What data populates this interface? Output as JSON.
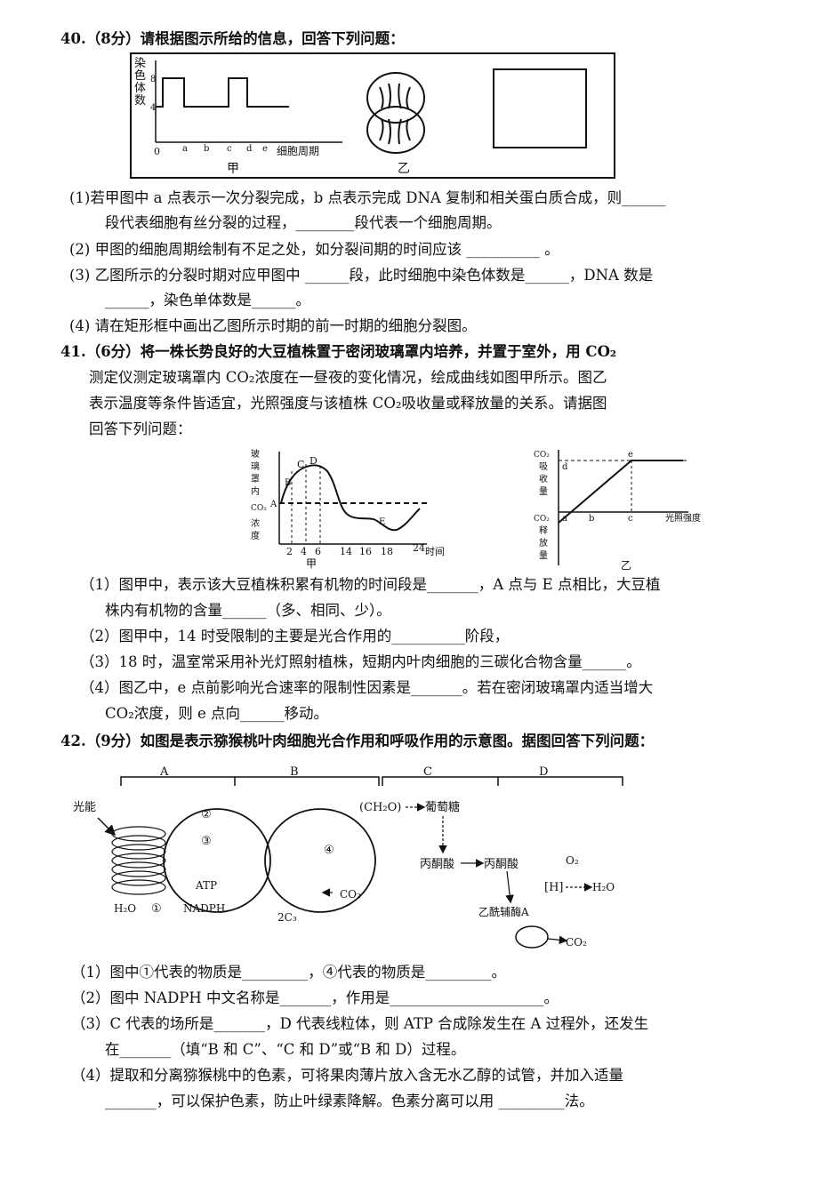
{
  "q40": {
    "head": "40.（8分）请根据图示所给的信息，回答下列问题：",
    "fig": {
      "ylabel": [
        "染",
        "色",
        "体",
        "数"
      ],
      "y8": "8",
      "y4": "4",
      "origin": "0",
      "ticks": [
        "a",
        "b",
        "c",
        "d",
        "e"
      ],
      "xlabel": "细胞周期",
      "jia": "甲",
      "yi": "乙"
    },
    "l1": "(1)若甲图中 a 点表示一次分裂完成，b 点表示完成 DNA 复制和相关蛋白质合成，则______",
    "l1b": "段代表细胞有丝分裂的过程，________段代表一个细胞周期。",
    "l2": "(2) 甲图的细胞周期绘制有不足之处，如分裂间期的时间应该 __________ 。",
    "l3": "(3) 乙图所示的分裂时期对应甲图中 ______段，此时细胞中染色体数是______，DNA 数是",
    "l3b": "______，染色单体数是______。",
    "l4": "(4) 请在矩形框中画出乙图所示时期的前一时期的细胞分裂图。"
  },
  "q41": {
    "head": "41.（6分）将一株长势良好的大豆植株置于密闭玻璃罩内培养，并置于室外，用 CO₂",
    "h2": "测定仪测定玻璃罩内 CO₂浓度在一昼夜的变化情况，绘成曲线如图甲所示。图乙",
    "h3": "表示温度等条件皆适宜，光照强度与该植株 CO₂吸收量或释放量的关系。请据图",
    "h4": "回答下列问题：",
    "figjia": {
      "ylabel": [
        "玻",
        "璃",
        "罩",
        "内",
        "CO₂",
        "浓",
        "度"
      ],
      "points": [
        "A",
        "B",
        "C",
        "D",
        "E"
      ],
      "xticks": [
        "2",
        "4",
        "6",
        "14",
        "16",
        "18",
        "24"
      ],
      "xlabel": "时间",
      "name": "甲"
    },
    "figyi": {
      "up": [
        "CO₂",
        "吸",
        "收",
        "量"
      ],
      "down": [
        "CO₂",
        "释",
        "放",
        "量"
      ],
      "d": "d",
      "e": "e",
      "a": "a",
      "b": "b",
      "c": "c",
      "xlabel": "光照强度",
      "name": "乙"
    },
    "l1": "（1）图甲中，表示该大豆植株积累有机物的时间段是_______，A 点与 E 点相比，大豆植",
    "l1b": "株内有机物的含量______（多、相同、少）。",
    "l2": "（2）图甲中，14 时受限制的主要是光合作用的__________阶段，",
    "l3": "（3）18 时，温室常采用补光灯照射植株，短期内叶肉细胞的三碳化合物含量______。",
    "l4": "（4）图乙中，e 点前影响光合速率的限制性因素是_______。若在密闭玻璃罩内适当增大",
    "l4b": "CO₂浓度，则 e 点向______移动。"
  },
  "q42": {
    "head": "42.（9分）如图是表示猕猴桃叶肉细胞光合作用和呼吸作用的示意图。据图回答下列问题：",
    "fig": {
      "A": "A",
      "B": "B",
      "C": "C",
      "D": "D",
      "light": "光能",
      "c2": "②",
      "c3": "③",
      "c4": "④",
      "c1": "①",
      "atp": "ATP",
      "nadph": "NADPH",
      "h2o": "H₂O",
      "co2": "CO₂",
      "c3cmp": "2C₃",
      "ch2o": "(CH₂O)",
      "glucose": "葡萄糖",
      "pyr1": "丙酮酸",
      "pyr2": "丙酮酸",
      "o2": "O₂",
      "h": "[H]",
      "h2o2": "H₂O",
      "acoa": "乙酰辅酶A",
      "co2b": "CO₂"
    },
    "l1": "（1）图中①代表的物质是_________，④代表的物质是_________。",
    "l2": "（2）图中 NADPH 中文名称是_______，作用是_____________________。",
    "l3": "（3）C 代表的场所是_______，D 代表线粒体，则 ATP 合成除发生在 A 过程外，还发生",
    "l3b": "在_______（填“B 和 C”、“C 和 D”或“B 和 D）过程。",
    "l4": "（4）提取和分离猕猴桃中的色素，可将果肉薄片放入含无水乙醇的试管，并加入适量",
    "l4b": "_______，可以保护色素，防止叶绿素降解。色素分离可以用 _________法。"
  }
}
